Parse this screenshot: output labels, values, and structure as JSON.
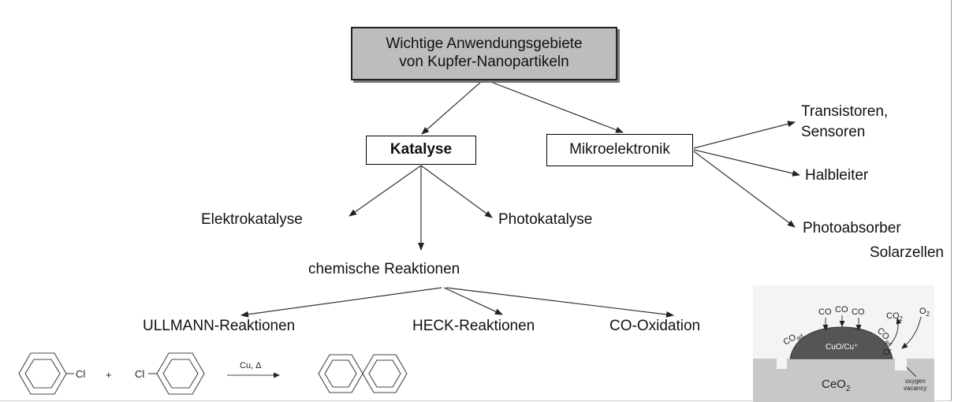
{
  "diagram": {
    "root": {
      "line1": "Wichtige Anwendungsgebiete",
      "line2": "von  Kupfer-Nanopartikeln"
    },
    "katalyse": "Katalyse",
    "mikroelektronik": "Mikroelektronik",
    "mikro_children": {
      "transistoren_line1": "Transistoren,",
      "transistoren_line2": "Sensoren",
      "halbleiter": "Halbleiter",
      "photoabsorber": "Photoabsorber",
      "solarzellen": "Solarzellen"
    },
    "katalyse_children": {
      "elektrokatalyse": "Elektrokatalyse",
      "photokatalyse": "Photokatalyse",
      "chemische_reaktionen": "chemische Reaktionen"
    },
    "reaction_children": {
      "ullmann": "ULLMANN-Reaktionen",
      "heck": "HECK-Reaktionen",
      "co_oxidation": "CO-Oxidation"
    },
    "ullmann_scheme": {
      "cl_left": "Cl",
      "plus": "+",
      "cl_right": "Cl",
      "conditions": "Cu, Δ"
    },
    "co_oxidation_scheme": {
      "co_labels": [
        "CO",
        "CO",
        "CO"
      ],
      "co_ad_left": "CO",
      "co_ad_left_sub": "ad",
      "co_ad_right": "CO",
      "co_ad_right_sub": "ad",
      "co2": "CO",
      "co2_sub": "2",
      "o2": "O",
      "o2_sub": "2",
      "o_ion": "O",
      "o_ion_sup": "-",
      "particle": "CuO/Cu⁺",
      "support": "CeO",
      "support_sub": "2",
      "vacancy_line1": "oxygen",
      "vacancy_line2": "vacancy"
    }
  },
  "colors": {
    "root_fill": "#bdbdbd",
    "particle": "#555555",
    "support": "#cccccc"
  }
}
